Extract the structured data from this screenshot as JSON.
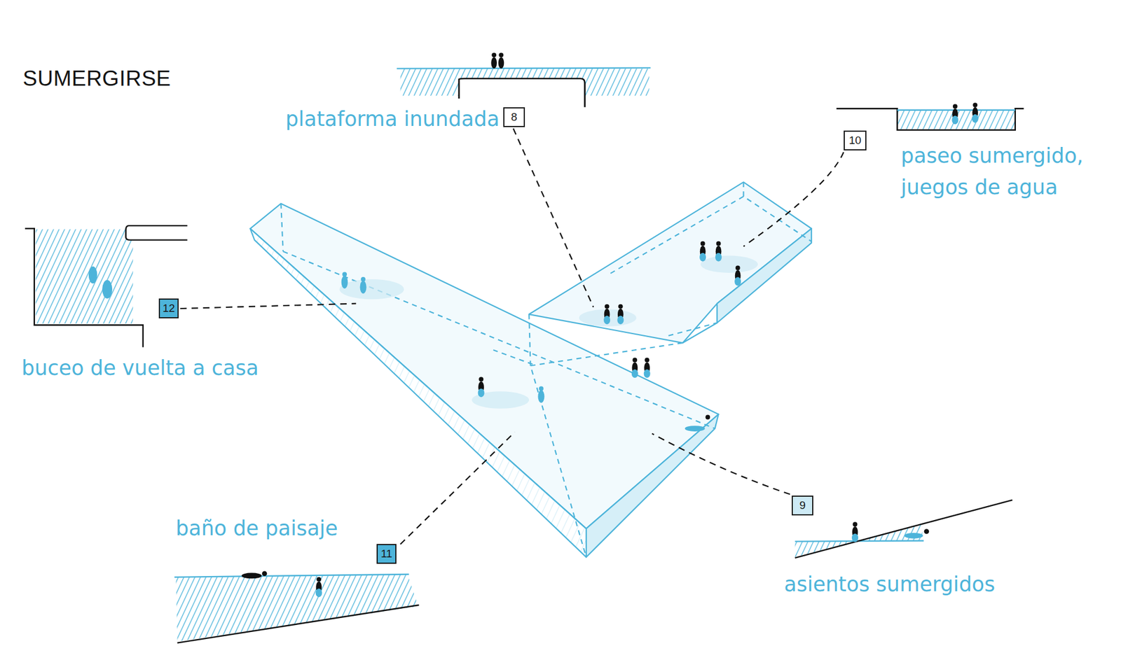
{
  "diagram": {
    "title": "SUMERGIRSE",
    "nodes": [
      {
        "text": [
          "8"
        ]
      },
      {
        "text": [
          "10"
        ]
      },
      {
        "text": [
          "12"
        ]
      },
      {
        "text": [
          "11"
        ]
      },
      {
        "text": [
          "9"
        ]
      }
    ],
    "labels": [
      "plataforma inundada",
      "paseo sumergido, juegos de agua",
      "buceo de vuelta a casa",
      "baño de paisaje",
      "asientos sumergidos"
    ]
  }
}
